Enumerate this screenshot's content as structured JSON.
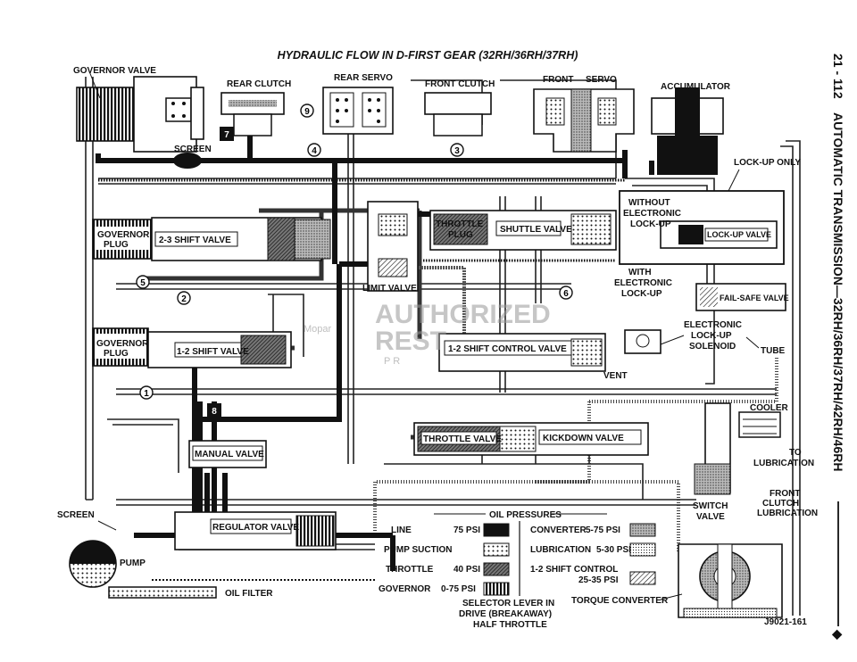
{
  "title": "HYDRAULIC FLOW IN D-FIRST GEAR (32RH/36RH/37RH)",
  "side_header": {
    "page": "21 - 112",
    "section": "AUTOMATIC TRANSMISSION—32RH/36RH/37RH/42RH/46RH",
    "bullet": "◆"
  },
  "labels": {
    "governor_valve": "GOVERNOR VALVE",
    "rear_clutch": "REAR CLUTCH",
    "rear_servo": "REAR SERVO",
    "front_clutch": "FRONT CLUTCH",
    "front_servo_front": "FRONT",
    "front_servo_servo": "SERVO",
    "accumulator": "ACCUMULATOR",
    "screen_top": "SCREEN",
    "lockup_only": "LOCK-UP ONLY",
    "without_1": "WITHOUT",
    "without_2": "ELECTRONIC",
    "without_3": "LOCK-UP",
    "governor_plug_1": "GOVERNOR",
    "governor_plug_1b": "PLUG",
    "shift_23": "2-3 SHIFT VALVE",
    "throttle_plug_1": "THROTTLE",
    "throttle_plug_2": "PLUG",
    "shuttle_valve": "SHUTTLE VALVE",
    "lockup_valve": "LOCK-UP VALVE",
    "limit_valve": "LIMIT VALVE",
    "with_1": "WITH",
    "with_2": "ELECTRONIC",
    "with_3": "LOCK-UP",
    "fail_safe": "FAIL-SAFE VALVE",
    "electronic_1": "ELECTRONIC",
    "electronic_2": "LOCK-UP",
    "electronic_3": "SOLENOID",
    "tube": "TUBE",
    "governor_plug_2": "GOVERNOR",
    "governor_plug_2b": "PLUG",
    "shift_12": "1-2 SHIFT VALVE",
    "shift_control": "1-2 SHIFT CONTROL VALVE",
    "vent": "VENT",
    "cooler": "COOLER",
    "to_lub_1": "TO",
    "to_lub_2": "LUBRICATION",
    "throttle_valve": "THROTTLE VALVE",
    "kickdown_valve": "KICKDOWN VALVE",
    "manual_valve": "MANUAL VALVE",
    "front_clutch_lub_1": "FRONT",
    "front_clutch_lub_2": "CLUTCH",
    "front_clutch_lub_3": "LUBRICATION",
    "switch_valve_1": "SWITCH",
    "switch_valve_2": "VALVE",
    "screen_bottom": "SCREEN",
    "regulator_valve": "REGULATOR VALVE",
    "pump": "PUMP",
    "oil_filter": "OIL FILTER",
    "torque_converter": "TORQUE CONVERTER",
    "figure_id": "J9021-161",
    "watermark_1": "AUTHORIZED",
    "watermark_2": "REST",
    "watermark_3": "Mopar",
    "watermark_4": "P R"
  },
  "circuit_numbers": [
    "1",
    "2",
    "3",
    "4",
    "5",
    "6",
    "7",
    "8",
    "9"
  ],
  "legend": {
    "heading": "OIL PRESSURES",
    "items": [
      {
        "name": "LINE",
        "value": "75 PSI",
        "pattern": "solid-black"
      },
      {
        "name": "PUMP SUCTION",
        "value": "",
        "pattern": "dotted"
      },
      {
        "name": "THROTTLE",
        "value": "40 PSI",
        "pattern": "dark-hatch"
      },
      {
        "name": "GOVERNOR",
        "value": "0-75 PSI",
        "pattern": "vertical-bars"
      },
      {
        "name": "CONVERTER",
        "value": "5-75 PSI",
        "pattern": "stipple"
      },
      {
        "name": "LUBRICATION",
        "value": "5-30 PSI",
        "pattern": "fine-dots"
      },
      {
        "name": "1-2 SHIFT CONTROL",
        "value": "25-35 PSI",
        "pattern": "diagonal-hatch"
      }
    ],
    "footnote_1": "SELECTOR LEVER IN",
    "footnote_2": "DRIVE (BREAKAWAY)",
    "footnote_3": "HALF THROTTLE"
  }
}
